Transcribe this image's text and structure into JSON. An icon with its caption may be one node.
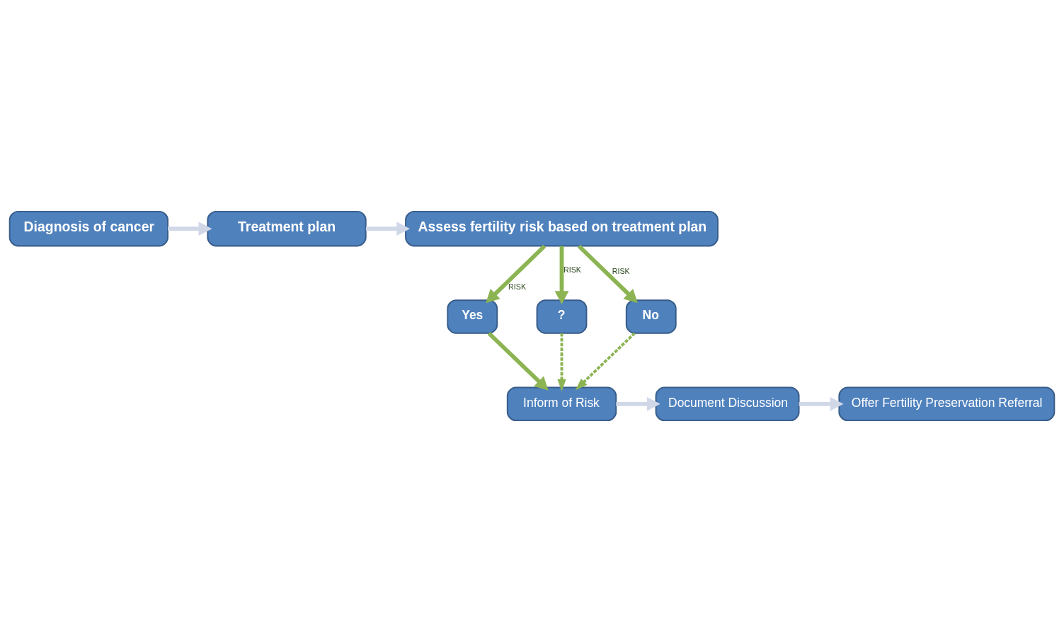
{
  "diagram": {
    "nodes": [
      {
        "text": [
          "Diagnosis of cancer"
        ]
      },
      {
        "text": [
          "Treatment plan"
        ]
      },
      {
        "text": [
          "Assess fertility risk based on treatment plan"
        ]
      },
      {
        "text": [
          "Yes"
        ]
      },
      {
        "text": [
          "?"
        ]
      },
      {
        "text": [
          "No"
        ]
      },
      {
        "text": [
          "Inform of Risk"
        ]
      },
      {
        "text": [
          "Document Discussion"
        ]
      },
      {
        "text": [
          "Offer Fertility Preservation Referral"
        ]
      }
    ],
    "edges": [
      {
        "from": 0,
        "to": 1,
        "arrow": "to",
        "color": "#d0d8e8"
      },
      {
        "from": 1,
        "to": 2,
        "arrow": "to",
        "color": "#d0d8e8"
      },
      {
        "from": 2,
        "to": 3,
        "arrow": "to",
        "label": "RISK"
      },
      {
        "from": 2,
        "to": 4,
        "arrow": "to",
        "label": "RISK"
      },
      {
        "from": 2,
        "to": 5,
        "arrow": "to",
        "label": "RISK"
      },
      {
        "from": 3,
        "to": 6,
        "arrow": "to"
      },
      {
        "from": 4,
        "to": 6,
        "arrow": "to",
        "style": "dashed"
      },
      {
        "from": 5,
        "to": 6,
        "arrow": "to",
        "style": "dashed"
      },
      {
        "from": 6,
        "to": 7,
        "arrow": "to",
        "color": "#d0d8e8"
      },
      {
        "from": 7,
        "to": 8,
        "arrow": "to",
        "color": "#d0d8e8"
      }
    ]
  }
}
